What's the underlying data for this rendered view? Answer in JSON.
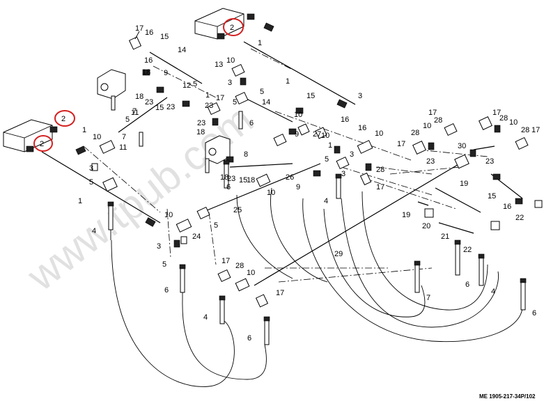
{
  "figure_id": "ME 1905-217-34P/102",
  "watermark": "www.tpub.com",
  "highlight_color": "#d42020",
  "callout_labels": {
    "highlight_a": "2",
    "highlight_b": "2",
    "highlight_c": "2",
    "n1a": "1",
    "n1b": "1",
    "n1c": "1",
    "n1d": "1",
    "n1e": "1",
    "n3a": "3",
    "n3b": "3",
    "n3c": "3",
    "n3d": "3",
    "n3e": "3",
    "n3f": "3",
    "n4a": "4",
    "n4b": "4",
    "n4c": "4",
    "n4d": "4",
    "n5a": "5",
    "n5b": "5",
    "n5c": "5",
    "n5d": "5",
    "n5e": "5",
    "n5f": "5",
    "n5g": "5",
    "n6a": "6",
    "n6b": "6",
    "n6c": "6",
    "n6d": "6",
    "n6e": "6",
    "n6f": "6",
    "n7a": "7",
    "n7b": "7",
    "n7c": "7",
    "n8": "8",
    "n9a": "9",
    "n9b": "9",
    "n10a": "10",
    "n10b": "10",
    "n10c": "10",
    "n10d": "10",
    "n10e": "10",
    "n10f": "10",
    "n10g": "10",
    "n10h": "10",
    "n10i": "10",
    "n11a": "11",
    "n11b": "11",
    "n12": "12",
    "n13": "13",
    "n14a": "14",
    "n14b": "14",
    "n15a": "15",
    "n15b": "15",
    "n15c": "15",
    "n15d": "15",
    "n15e": "15",
    "n16a": "16",
    "n16b": "16",
    "n16c": "16",
    "n16d": "16",
    "n17a": "17",
    "n17b": "17",
    "n17c": "17",
    "n17d": "17",
    "n17e": "17",
    "n17f": "17",
    "n17g": "17",
    "n17h": "17",
    "n18a": "18",
    "n18b": "18",
    "n18c": "18",
    "n18d": "18",
    "n18e": "18",
    "n19a": "19",
    "n19b": "19",
    "n20": "20",
    "n21": "21",
    "n22a": "22",
    "n22b": "22",
    "n23a": "23",
    "n23b": "23",
    "n23c": "23",
    "n23d": "23",
    "n23e": "23",
    "n24": "24",
    "n25": "25",
    "n26": "26",
    "n27": "27",
    "n28a": "28",
    "n28b": "28",
    "n28c": "28",
    "n28d": "28",
    "n28e": "28",
    "n28f": "28",
    "n29": "29",
    "n30": "30"
  }
}
